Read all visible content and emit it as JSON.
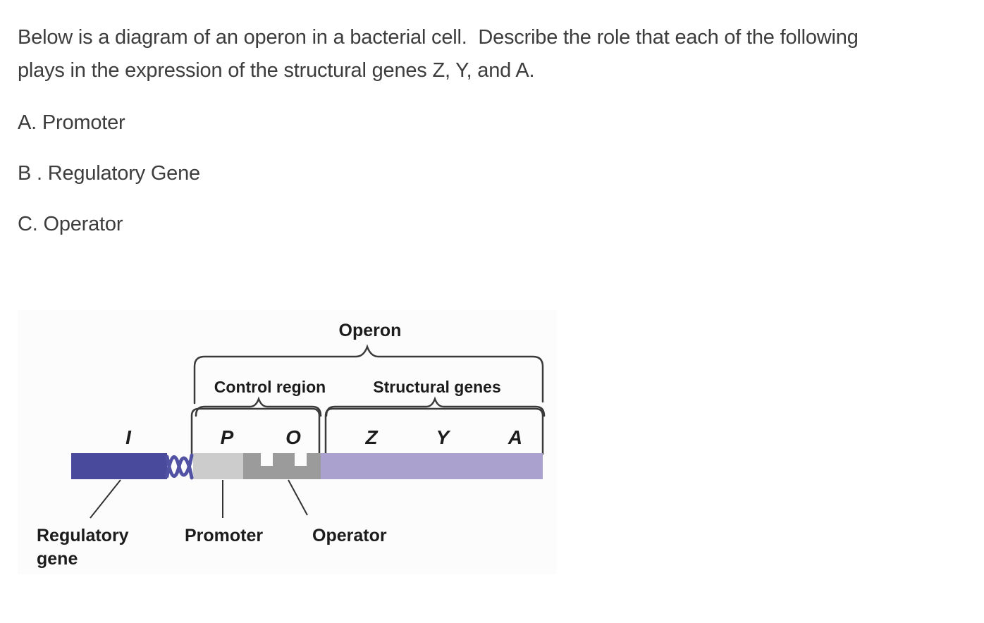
{
  "question": {
    "line1": "Below is a diagram of an operon in a bacterial cell.  Describe the role that each of the following",
    "line2": "plays in the expression of the structural genes Z, Y, and A.",
    "items": [
      {
        "label": "A. Promoter"
      },
      {
        "label": "B . Regulatory Gene"
      },
      {
        "label": "C. Operator"
      }
    ]
  },
  "diagram": {
    "operon_label": "Operon",
    "control_region_label": "Control region",
    "structural_genes_label": "Structural genes",
    "gene_letters": {
      "regulatory": "I",
      "promoter": "P",
      "operator": "O",
      "gene_z": "Z",
      "gene_y": "Y",
      "gene_a": "A"
    },
    "callouts": {
      "regulatory_line1": "Regulatory",
      "regulatory_line2": "gene",
      "promoter": "Promoter",
      "operator": "Operator"
    },
    "colors": {
      "regulatory_gene_segment": "#4a4a9c",
      "promoter_segment": "#cccccc",
      "operator_segment": "#9b9b9b",
      "structural_genes_segment": "#aba1cf",
      "dna_helix": "#5252a4",
      "outline": "#3a3a3a",
      "question_text": "#3d3d3d"
    }
  }
}
